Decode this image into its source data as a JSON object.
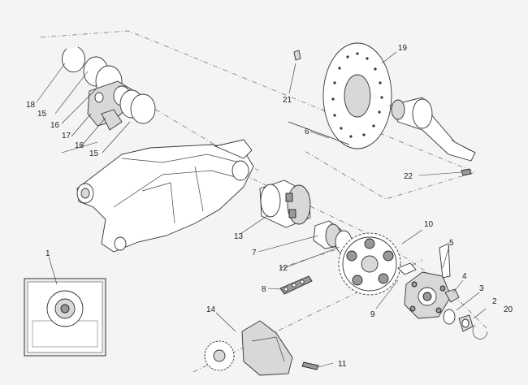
{
  "callouts": {
    "c1": "1",
    "c2": "2",
    "c3": "3",
    "c4": "4",
    "c5": "5",
    "c6": "6",
    "c7": "7",
    "c8": "8",
    "c9": "9",
    "c10": "10",
    "c11": "11",
    "c12": "12",
    "c13": "13",
    "c14": "14",
    "c15a": "15",
    "c15b": "15",
    "c16a": "16",
    "c16b": "16",
    "c17": "17",
    "c18": "18",
    "c19": "19",
    "c20": "20",
    "c21": "21",
    "c22": "22"
  },
  "colors": {
    "background": "#f4f4f4",
    "line": "#333333",
    "fill": "#ffffff",
    "shade": "#d8d8d8"
  }
}
